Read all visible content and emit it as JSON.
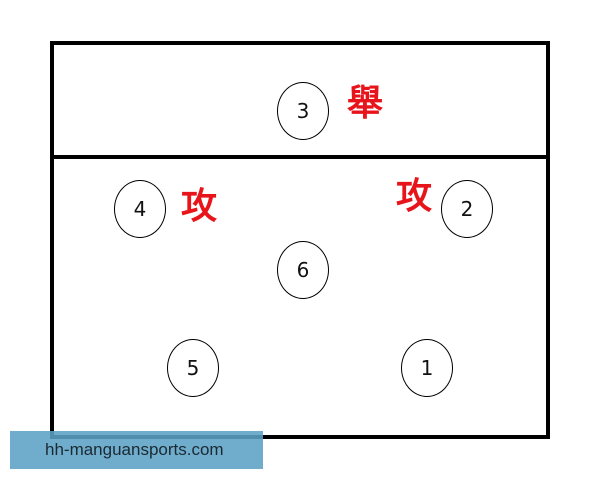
{
  "positions": [
    {
      "number": "3",
      "role": "舉"
    },
    {
      "number": "4",
      "role": "攻"
    },
    {
      "number": "2",
      "role": "攻"
    },
    {
      "number": "6"
    },
    {
      "number": "5"
    },
    {
      "number": "1"
    }
  ],
  "colors": {
    "role_text": "#e8141b",
    "lines": "#000000",
    "watermark_bg": "#5ca0c4"
  },
  "watermark": "hh-manguansports.com"
}
